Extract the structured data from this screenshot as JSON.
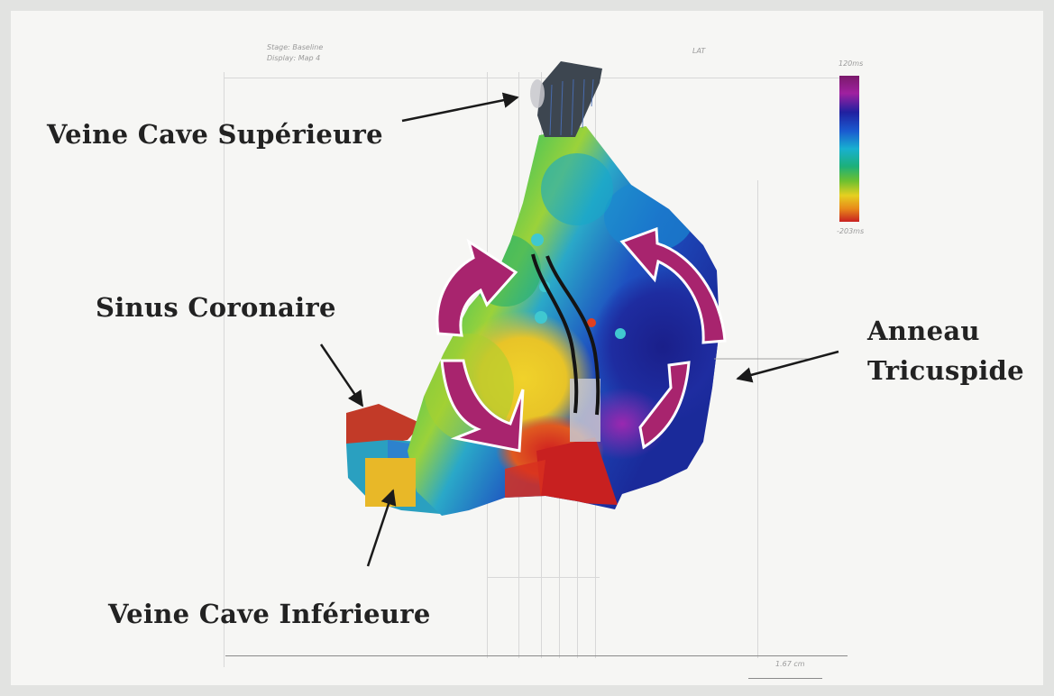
{
  "hud": {
    "stage": "Stage: Baseline",
    "display": "Display: Map 4",
    "view": "LAT",
    "scale_top": "120ms",
    "scale_bottom": "-203ms",
    "scale_bar": "1.67 cm"
  },
  "labels": {
    "svc": "Veine Cave Supérieure",
    "cs": "Sinus Coronaire",
    "ta_line1": "Anneau",
    "ta_line2": "Tricuspide",
    "ivc": "Veine Cave Inférieure"
  },
  "colors": {
    "arrow_magenta": "#a8246e",
    "scale": [
      "#7a1a6b",
      "#a020a0",
      "#2020a0",
      "#1a5bd0",
      "#18b0d0",
      "#1cb07a",
      "#6cc030",
      "#e6d020",
      "#e88a1a",
      "#c82020"
    ],
    "ivc_block": "#e8b828",
    "svc_block": "#3d4650"
  }
}
